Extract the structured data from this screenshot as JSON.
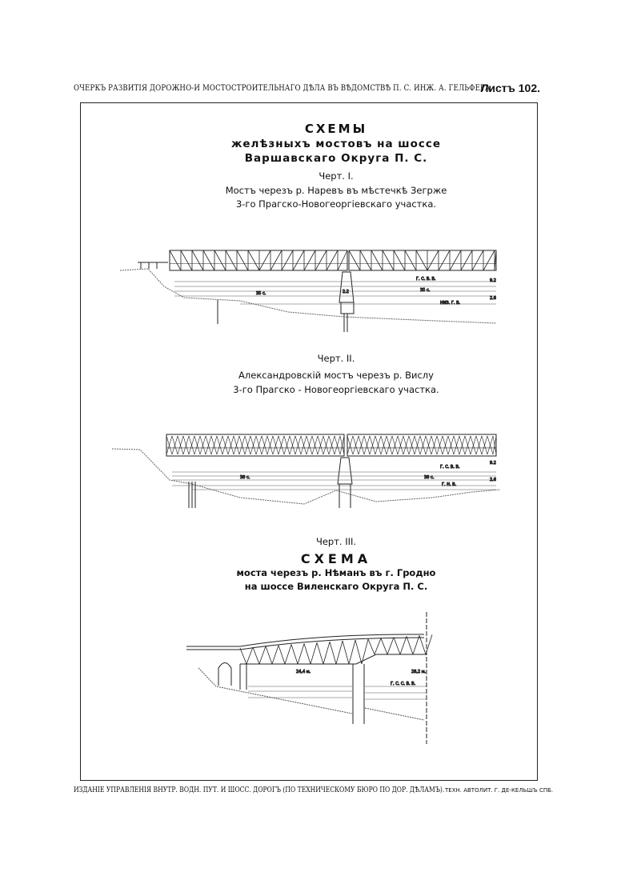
{
  "header": {
    "title": "ОЧЕРКЪ РАЗВИТІЯ ДОРОЖНО-И МОСТОСТРОИТЕЛЬНАГО ДѢЛА ВЪ ВѢДОМСТВѢ П. С. ИНЖ. А. ГЕЛЬФЕРА.",
    "sheet": "Листъ 102."
  },
  "main": {
    "title": "СХЕМЫ",
    "subtitle_1": "желѣзныхъ мостовъ на шоссе",
    "subtitle_2": "Варшавскаго Округа П. С."
  },
  "drawing_1": {
    "label": "Черт. I.",
    "caption_1": "Мостъ черезъ р. Наревъ въ мѣстечкѣ Зегрже",
    "caption_2": "3-го Прагско-Новогеоргіевскаго участка.",
    "marks": {
      "high_water": "Г. С. В. В.",
      "span_left": "35 с.",
      "span_right": "35 с.",
      "pier": "2.2",
      "clear_1": "9.2",
      "clear_2": "2.6",
      "low_water": "НИЗ. Г. В."
    }
  },
  "drawing_2": {
    "label": "Черт. II.",
    "caption_1": "Александровскій мостъ черезъ р. Вислу",
    "caption_2": "3-го Прагско - Новогеоргіевскаго участка.",
    "marks": {
      "high_water": "Г. С. В. В.",
      "span_left": "38 с.",
      "span_right": "38 с.",
      "clear_1": "9.2",
      "clear_2": "2.6",
      "low_water": "Г. Н. В."
    }
  },
  "drawing_3": {
    "label": "Черт. III.",
    "title": "СХЕМА",
    "caption_1": "моста черезъ р. Нѣманъ въ г. Гродно",
    "caption_2": "на шоссе Виленскаго Округа П. С.",
    "marks": {
      "span_left": "24,4 м.",
      "span_right": "28,2 м.",
      "water": "Г. С. С. В. В."
    }
  },
  "footer": {
    "publisher": "ИЗДАНІЕ УПРАВЛЕНІЯ ВНУТР. ВОДН. ПУТ. И ШОСС. ДОРОГЪ (ПО ТЕХНИЧЕСКОМУ БЮРО ПО ДОР. ДѢЛАМЪ).",
    "printer": "ТЕХН. АВТОЛИТ. Г. ДЕ-КЕЛЬШЪ СПБ."
  }
}
